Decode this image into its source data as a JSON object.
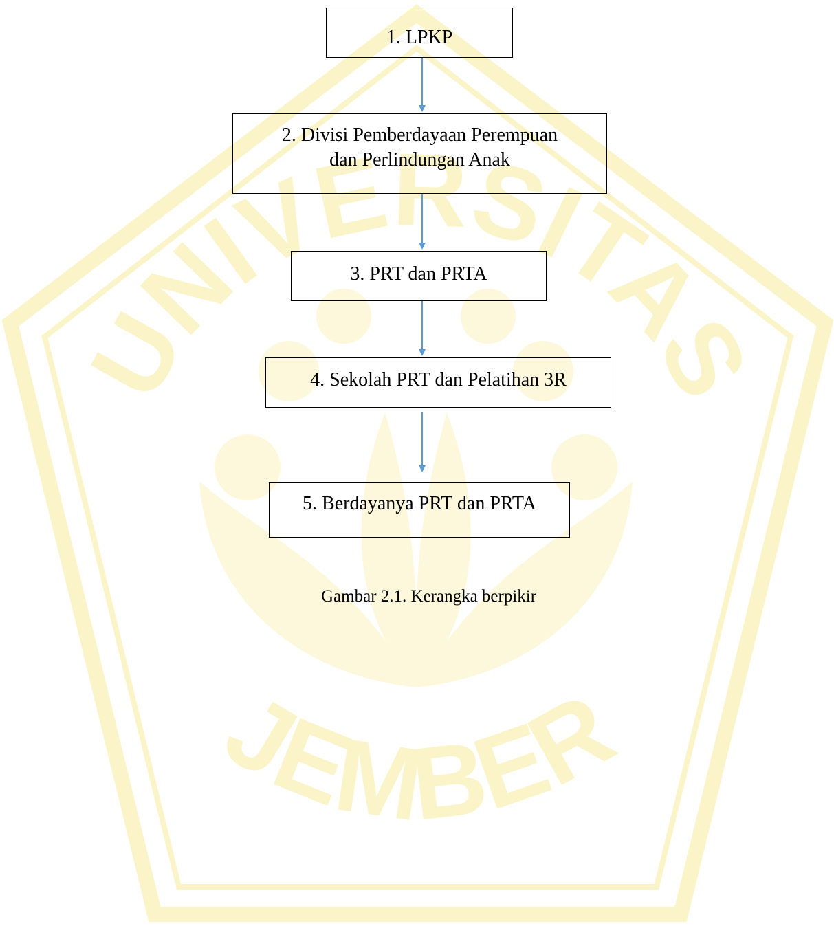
{
  "colors": {
    "arrow": "#5b9bd5",
    "border": "#000000",
    "watermark": "#fbf4c8"
  },
  "watermark": {
    "top_text": "UNIVERSITAS",
    "bottom_text": "JEMBER"
  },
  "flow": {
    "step1": "1. LPKP",
    "step2_line1": "2. Divisi Pemberdayaan Perempuan",
    "step2_line2": "dan Perlindungan Anak",
    "step3": "3. PRT dan PRTA",
    "step4": "4. Sekolah PRT dan Pelatihan 3R",
    "step5": "5. Berdayanya PRT dan PRTA"
  },
  "caption": "Gambar 2.1. Kerangka berpikir"
}
